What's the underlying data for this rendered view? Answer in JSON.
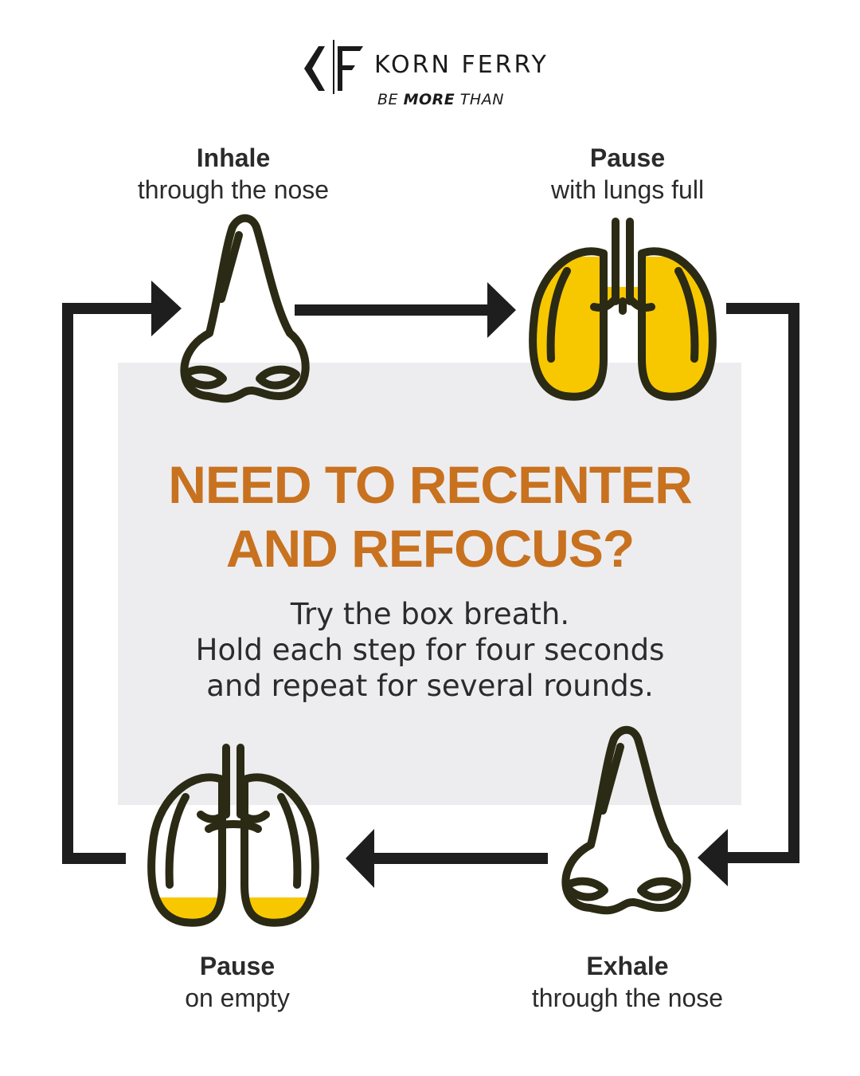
{
  "brand": {
    "name": "KORN FERRY",
    "tagline_prefix": "BE ",
    "tagline_bold": "MORE",
    "tagline_suffix": " THAN"
  },
  "headline": {
    "line1": "NEED TO RECENTER",
    "line2": "AND REFOCUS?"
  },
  "body": {
    "line1": "Try the box breath.",
    "line2": "Hold each step for four seconds",
    "line3": "and repeat for several rounds."
  },
  "steps": {
    "inhale": {
      "title": "Inhale",
      "subtitle": "through the nose",
      "icon": "nose-icon"
    },
    "pause_full": {
      "title": "Pause",
      "subtitle": "with lungs full",
      "icon": "full-lungs-icon"
    },
    "exhale": {
      "title": "Exhale",
      "subtitle": "through the nose",
      "icon": "nose-icon"
    },
    "pause_empty": {
      "title": "Pause",
      "subtitle": "on empty",
      "icon": "empty-lungs-icon"
    }
  },
  "colors": {
    "accent": "#c8711f",
    "lung_fill": "#f7c800",
    "outline": "#2b2a14",
    "arrow": "#1e1e1e",
    "panel": "#ededef"
  }
}
